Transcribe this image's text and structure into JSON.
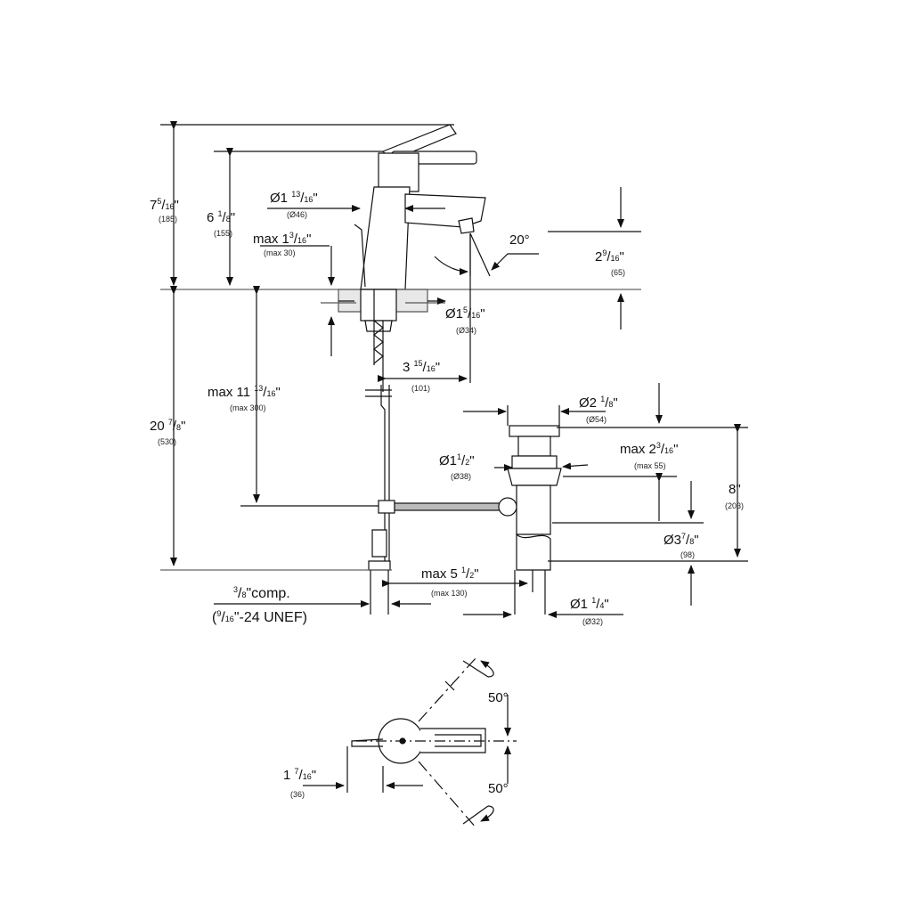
{
  "dims": {
    "total_height": {
      "whole": "7",
      "num": "5",
      "den": "16",
      "mm": "(185)"
    },
    "lever_height": {
      "whole": "6",
      "num": "1",
      "den": "8",
      "mm": "(155)"
    },
    "body_dia": {
      "pre": "Ø1",
      "num": "13",
      "den": "16",
      "mm": "(Ø46)"
    },
    "max_deck": {
      "pre": "max 1",
      "num": "3",
      "den": "16",
      "mm": "(max 30)"
    },
    "spout_height": {
      "whole": "2",
      "num": "9",
      "den": "16",
      "mm": "(65)"
    },
    "angle_20": "20°",
    "hole_dia": {
      "pre": "Ø1",
      "num": "5",
      "den": "16",
      "mm": "(Ø34)"
    },
    "spout_reach": {
      "whole": "3",
      "num": "15",
      "den": "16",
      "mm": "(101)"
    },
    "max_11": {
      "pre": "max 11",
      "num": "13",
      "den": "16",
      "mm": "(max 300)"
    },
    "height_20": {
      "whole": "20",
      "num": "7",
      "den": "8",
      "mm": "(530)"
    },
    "drain_dia_2": {
      "pre": "Ø2",
      "num": "1",
      "den": "8",
      "mm": "(Ø54)"
    },
    "max_2": {
      "pre": "max 2",
      "num": "3",
      "den": "16",
      "mm": "(max 55)"
    },
    "drain_dia_112": {
      "pre": "Ø1",
      "num": "1",
      "den": "2",
      "mm": "(Ø38)"
    },
    "eight": {
      "text": "8\"",
      "mm": "(203)"
    },
    "dia_378": {
      "pre": "Ø3",
      "num": "7",
      "den": "8",
      "mm": "(98)"
    },
    "max_5": {
      "pre": "max 5",
      "num": "1",
      "den": "2",
      "mm": "(max 130)"
    },
    "comp": {
      "num": "3",
      "den": "8",
      "text": "comp."
    },
    "unef": {
      "num": "9",
      "den": "16",
      "text": "-24 UNEF)"
    },
    "dia_114": {
      "pre": "Ø1",
      "num": "1",
      "den": "4",
      "mm": "(Ø32)"
    },
    "angle_50_top": "50°",
    "angle_50_bottom": "50°",
    "top_offset": {
      "whole": "1",
      "num": "7",
      "den": "16",
      "mm": "(36)"
    }
  }
}
